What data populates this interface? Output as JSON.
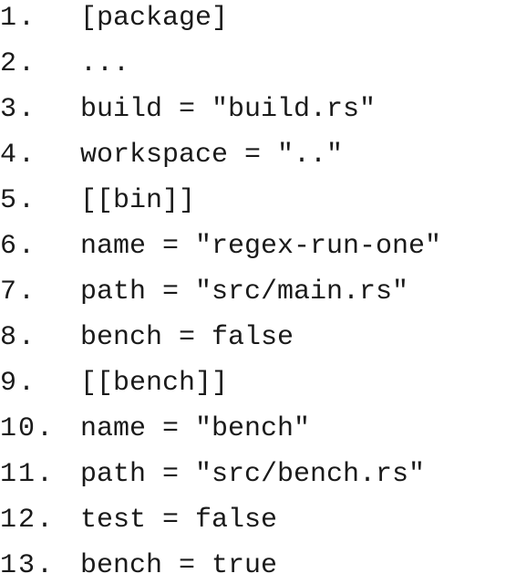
{
  "code": {
    "lines": [
      {
        "number": "1.",
        "text": "[package]"
      },
      {
        "number": "2.",
        "text": "..."
      },
      {
        "number": "3.",
        "text": "build = \"build.rs\""
      },
      {
        "number": "4.",
        "text": "workspace = \"..\""
      },
      {
        "number": "5.",
        "text": "[[bin]]"
      },
      {
        "number": "6.",
        "text": "name = \"regex-run-one\""
      },
      {
        "number": "7.",
        "text": "path = \"src/main.rs\""
      },
      {
        "number": "8.",
        "text": "bench = false"
      },
      {
        "number": "9.",
        "text": "[[bench]]"
      },
      {
        "number": "10.",
        "text": "name = \"bench\""
      },
      {
        "number": "11.",
        "text": "path = \"src/bench.rs\""
      },
      {
        "number": "12.",
        "text": "test = false"
      },
      {
        "number": "13.",
        "text": "bench = true"
      }
    ]
  }
}
